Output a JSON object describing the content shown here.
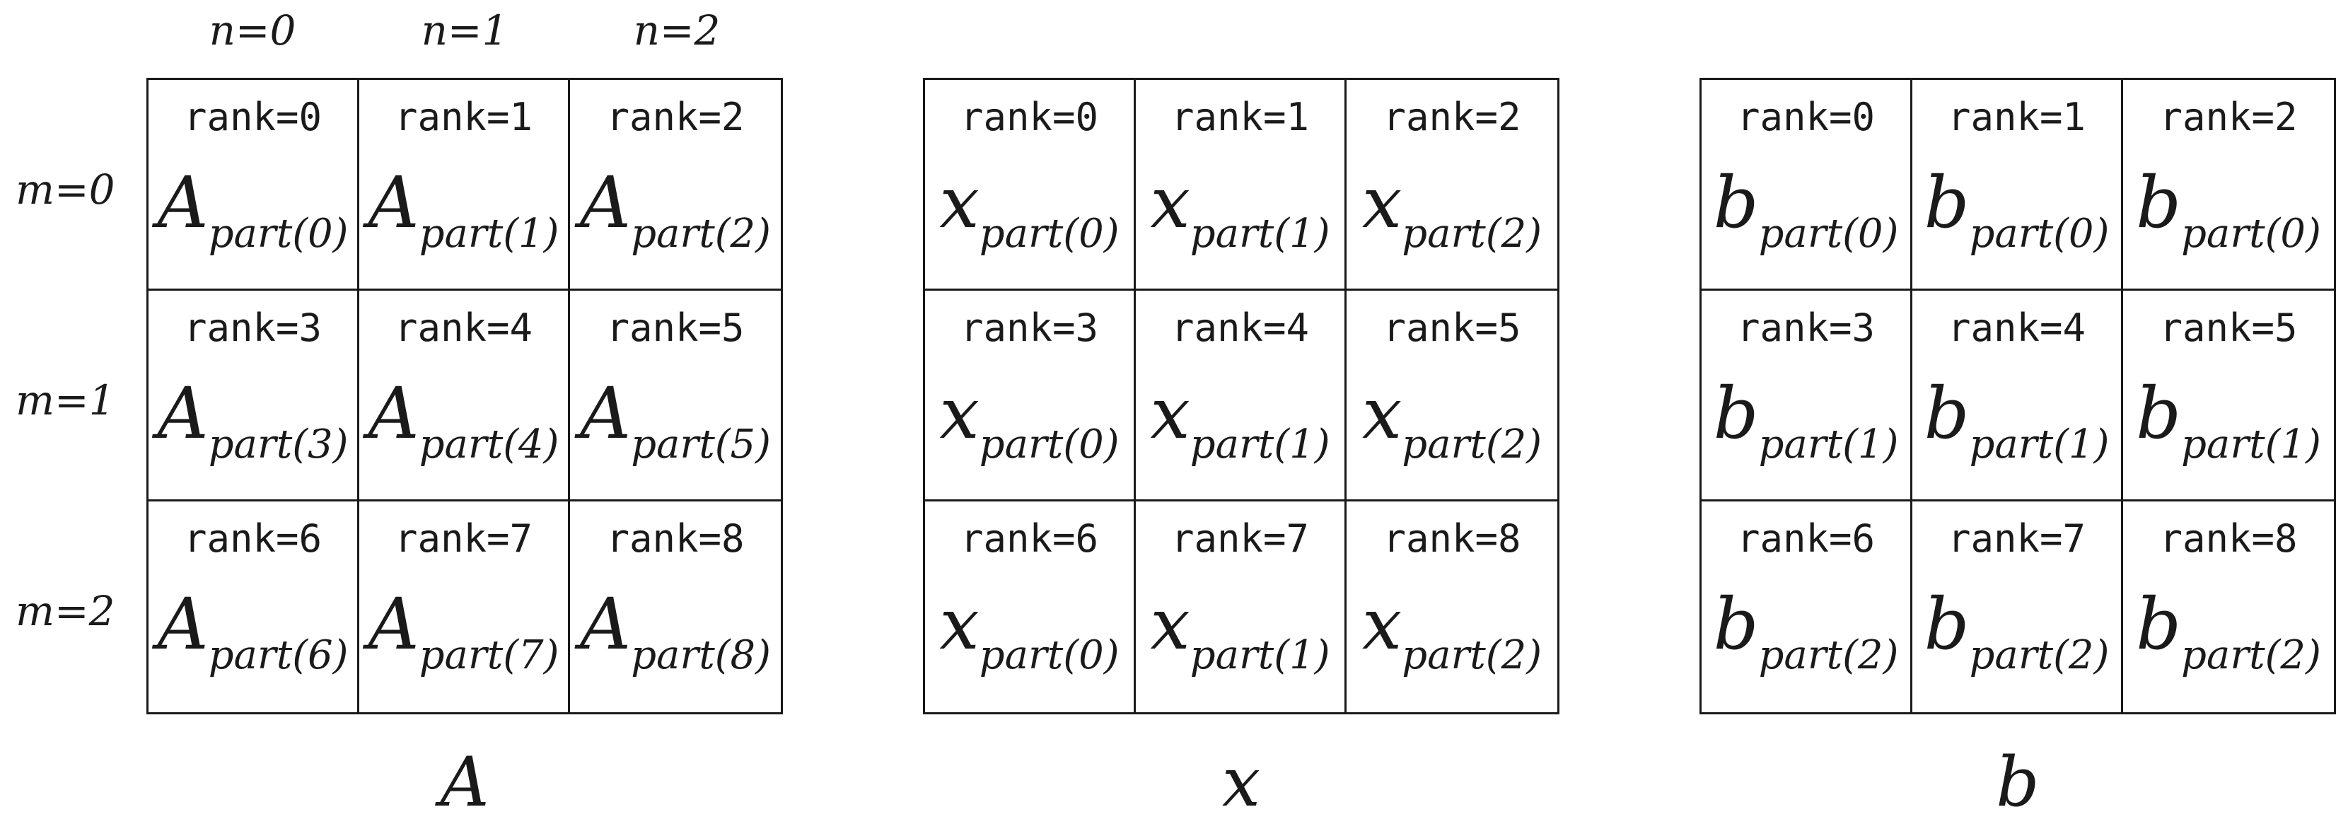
{
  "column_labels": [
    "n=0",
    "n=1",
    "n=2"
  ],
  "row_labels": [
    "m=0",
    "m=1",
    "m=2"
  ],
  "matrices": [
    {
      "label": "A",
      "cells": [
        {
          "rank": "rank=0",
          "symbol": "A",
          "subscript": "part(0)"
        },
        {
          "rank": "rank=1",
          "symbol": "A",
          "subscript": "part(1)"
        },
        {
          "rank": "rank=2",
          "symbol": "A",
          "subscript": "part(2)"
        },
        {
          "rank": "rank=3",
          "symbol": "A",
          "subscript": "part(3)"
        },
        {
          "rank": "rank=4",
          "symbol": "A",
          "subscript": "part(4)"
        },
        {
          "rank": "rank=5",
          "symbol": "A",
          "subscript": "part(5)"
        },
        {
          "rank": "rank=6",
          "symbol": "A",
          "subscript": "part(6)"
        },
        {
          "rank": "rank=7",
          "symbol": "A",
          "subscript": "part(7)"
        },
        {
          "rank": "rank=8",
          "symbol": "A",
          "subscript": "part(8)"
        }
      ]
    },
    {
      "label": "x",
      "cells": [
        {
          "rank": "rank=0",
          "symbol": "x",
          "subscript": "part(0)"
        },
        {
          "rank": "rank=1",
          "symbol": "x",
          "subscript": "part(1)"
        },
        {
          "rank": "rank=2",
          "symbol": "x",
          "subscript": "part(2)"
        },
        {
          "rank": "rank=3",
          "symbol": "x",
          "subscript": "part(0)"
        },
        {
          "rank": "rank=4",
          "symbol": "x",
          "subscript": "part(1)"
        },
        {
          "rank": "rank=5",
          "symbol": "x",
          "subscript": "part(2)"
        },
        {
          "rank": "rank=6",
          "symbol": "x",
          "subscript": "part(0)"
        },
        {
          "rank": "rank=7",
          "symbol": "x",
          "subscript": "part(1)"
        },
        {
          "rank": "rank=8",
          "symbol": "x",
          "subscript": "part(2)"
        }
      ]
    },
    {
      "label": "b",
      "cells": [
        {
          "rank": "rank=0",
          "symbol": "b",
          "subscript": "part(0)"
        },
        {
          "rank": "rank=1",
          "symbol": "b",
          "subscript": "part(0)"
        },
        {
          "rank": "rank=2",
          "symbol": "b",
          "subscript": "part(0)"
        },
        {
          "rank": "rank=3",
          "symbol": "b",
          "subscript": "part(1)"
        },
        {
          "rank": "rank=4",
          "symbol": "b",
          "subscript": "part(1)"
        },
        {
          "rank": "rank=5",
          "symbol": "b",
          "subscript": "part(1)"
        },
        {
          "rank": "rank=6",
          "symbol": "b",
          "subscript": "part(2)"
        },
        {
          "rank": "rank=7",
          "symbol": "b",
          "subscript": "part(2)"
        },
        {
          "rank": "rank=8",
          "symbol": "b",
          "subscript": "part(2)"
        }
      ]
    }
  ]
}
